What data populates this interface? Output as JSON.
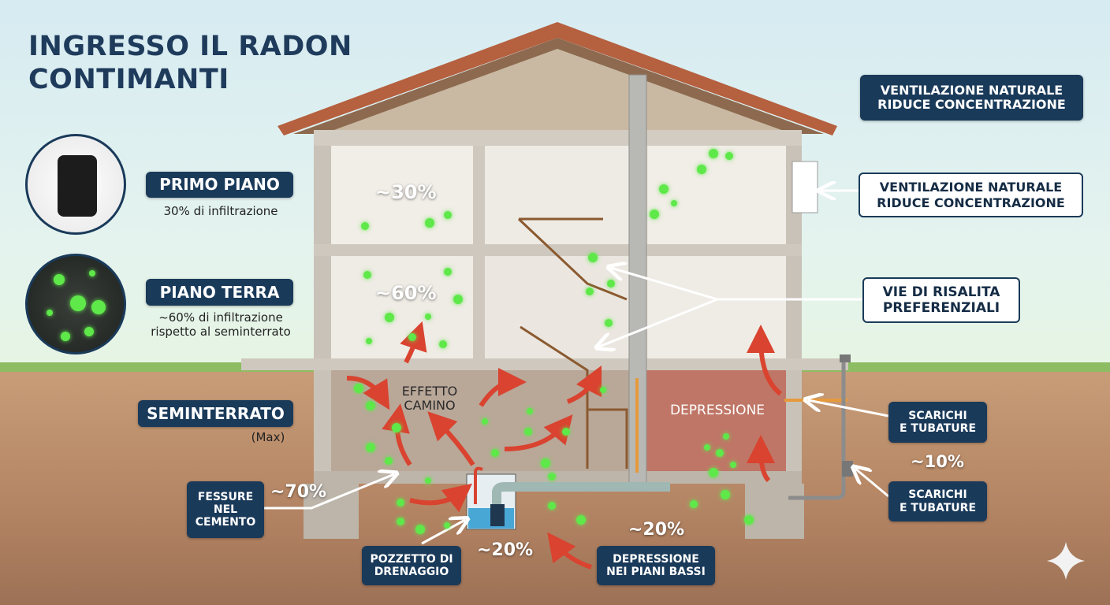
{
  "title": {
    "line1": "INGRESSO IL RADON",
    "line2": "CONTIMANTI"
  },
  "legend": {
    "first_floor": {
      "label": "PRIMO PIANO",
      "desc": "30% di infiltrazione"
    },
    "ground_floor": {
      "label": "PIANO TERRA",
      "desc_line1": "~60% di infiltrazione",
      "desc_line2": "rispetto al seminterrato"
    },
    "basement": {
      "label": "SEMINTERRATO",
      "desc": "(Max)"
    }
  },
  "house": {
    "first_floor_pct": "~30%",
    "ground_floor_pct": "~60%",
    "chimney_effect": {
      "line1": "EFFETTO",
      "line2": "CAMINO"
    },
    "depression_room": "DEPRESSIONE"
  },
  "callouts": {
    "ventilation_top": {
      "line1": "VENTILAZIONE NATURALE",
      "line2": "RIDUCE CONCENTRAZIONE"
    },
    "ventilation_window": {
      "line1": "VENTILAZIONE NATURALE",
      "line2": "RIDUCE CONCENTRAZIONE"
    },
    "risalita": {
      "line1": "VIE DI RISALITA",
      "line2": "PREFERENZIALI"
    },
    "scarichi_1": {
      "line1": "SCARICHI",
      "line2": "E TUBATURE"
    },
    "scarichi_pct": "~10%",
    "scarichi_2": {
      "line1": "SCARICHI",
      "line2": "E TUBATURE"
    },
    "fessure": {
      "line1": "FESSURE",
      "line2": "NEL",
      "line3": "CEMENTO",
      "pct": "~70%"
    },
    "pozzetto": {
      "line1": "POZZETTO DI",
      "line2": "DRENAGGIO",
      "pct": "~20%"
    },
    "depressione_bassi": {
      "line1": "DEPRESSIONE",
      "line2": "NEI PIANI BASSI",
      "pct": "~20%"
    }
  },
  "icons": [
    "radon-detector-icon",
    "radon-particles-icon",
    "sparkle-icon"
  ],
  "colors": {
    "navy": "#1a3a5a",
    "radon_green": "#5fe84a",
    "arrow_red": "#d9432f",
    "soil": "#c49a78"
  }
}
